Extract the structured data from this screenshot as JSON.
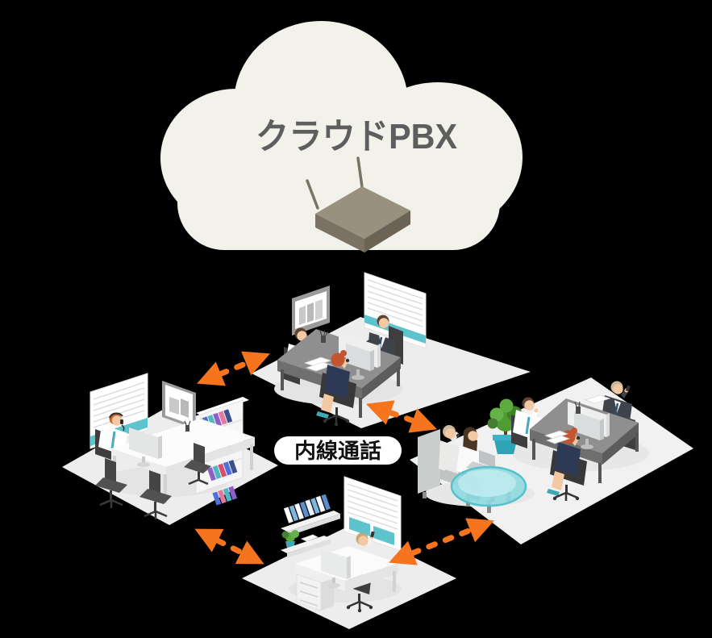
{
  "background_color": "#000000",
  "cloud": {
    "title": "クラウドPBX",
    "fill": "#F2F1EA",
    "title_color": "#5E5E5E"
  },
  "intercom_label": {
    "text": "内線通話",
    "background": "#FFFFFF",
    "text_color": "#111111"
  },
  "colors": {
    "arrow_orange": "#F5741D",
    "accent_teal": "#5EC3CD",
    "floor_gray": "#EDEDED",
    "desk_dark_gray": "#8F8F8F",
    "desk_white": "#FBFBFB",
    "suit_dark": "#3F444B",
    "router_gray": "#98917E"
  },
  "nodes": [
    {
      "id": "cloud-pbx",
      "type": "cloud-hub",
      "label": "クラウドPBX"
    },
    {
      "id": "office-top",
      "type": "office-scene",
      "people": 3
    },
    {
      "id": "office-left",
      "type": "office-scene",
      "people": 1
    },
    {
      "id": "office-right",
      "type": "office-lounge-scene",
      "people": 5
    },
    {
      "id": "office-bottom",
      "type": "office-scene",
      "people": 1
    }
  ],
  "connections": [
    {
      "from": "office-left",
      "to": "office-top",
      "style": "dashed",
      "bidirectional": true
    },
    {
      "from": "office-top",
      "to": "office-right",
      "style": "dashed",
      "bidirectional": true
    },
    {
      "from": "office-left",
      "to": "office-bottom",
      "style": "dashed",
      "bidirectional": true
    },
    {
      "from": "office-bottom",
      "to": "office-right",
      "style": "dashed",
      "bidirectional": true
    }
  ]
}
